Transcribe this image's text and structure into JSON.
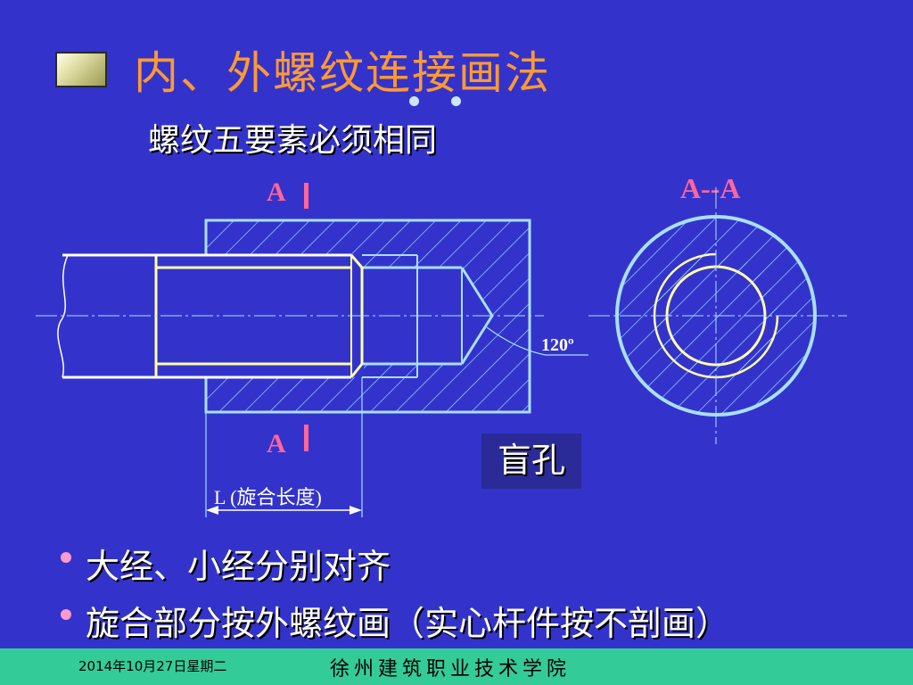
{
  "slide": {
    "title": "内、外螺纹连接画法",
    "subtitle": "螺纹五要素必须相同",
    "bullets": [
      "大经、小经分别对齐",
      "旋合部分按外螺纹画（实心杆件按不剖画）"
    ],
    "blind_hole_label": "盲孔"
  },
  "drawing": {
    "section_mark_top": "A",
    "section_mark_bottom": "A",
    "section_view_label": "A--A",
    "angle_label": "120º",
    "length_label": "L (旋合长度)"
  },
  "footer": {
    "date": "2014年10月27日星期二",
    "school": "徐州建筑职业技术学院"
  },
  "colors": {
    "background": "#3333cc",
    "title": "#ff9933",
    "section_marks": "#ff6699",
    "outline": "#a8e0ff",
    "thread": "#ffffaa",
    "footer": "#33cc99"
  }
}
